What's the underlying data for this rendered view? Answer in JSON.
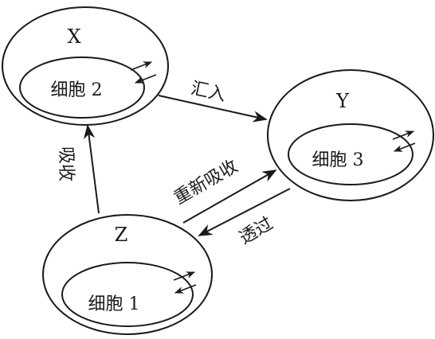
{
  "nodes": {
    "x": {
      "label": "X",
      "cell": "细胞 2"
    },
    "y": {
      "label": "Y",
      "cell": "细胞 3"
    },
    "z": {
      "label": "Z",
      "cell": "细胞 1"
    }
  },
  "edges": {
    "x_to_y": "汇入",
    "z_to_x": "吸收",
    "z_to_y": "重新吸收",
    "y_to_z": "透过"
  }
}
